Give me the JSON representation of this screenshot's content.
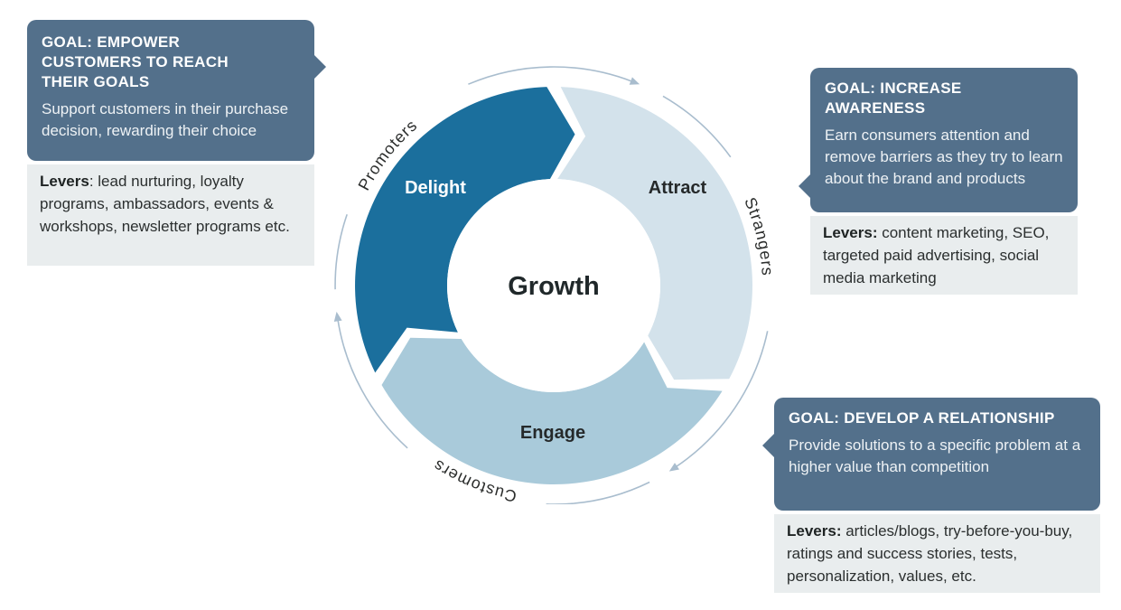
{
  "flywheel": {
    "center_label": "Growth",
    "segments": [
      {
        "label": "Delight",
        "audience": "Promoters",
        "color": "#1b6f9d"
      },
      {
        "label": "Attract",
        "audience": "Strangers",
        "color": "#d3e2eb"
      },
      {
        "label": "Engage",
        "audience": "Customers",
        "color": "#a9cada"
      }
    ],
    "arrow_color": "#a9bdce"
  },
  "callouts": {
    "delight": {
      "title": "GOAL: EMPOWER CUSTOMERS TO REACH THEIR GOALS",
      "body": "Support customers in their purchase decision, rewarding their choice",
      "levers_label": "Levers",
      "levers_text": ": lead nurturing, loyalty programs, ambassadors, events & workshops, newsletter programs etc."
    },
    "attract": {
      "title": "GOAL: INCREASE AWARENESS",
      "body": "Earn consumers attention and remove barriers as they try to learn about the brand and products",
      "levers_label": "Levers:",
      "levers_text": " content marketing, SEO, targeted paid advertising, social media marketing"
    },
    "engage": {
      "title": "GOAL: DEVELOP A RELATIONSHIP",
      "body": "Provide solutions to a specific problem at a higher value than competition",
      "levers_label": "Levers:",
      "levers_text": " articles/blogs, try-before-you-buy, ratings and success stories, tests, personalization, values, etc."
    },
    "theme": {
      "panel_bg": "#53708b",
      "levers_bg": "#e9edee",
      "panel_text": "#ffffff",
      "levers_text": "#2b2f2f"
    }
  }
}
